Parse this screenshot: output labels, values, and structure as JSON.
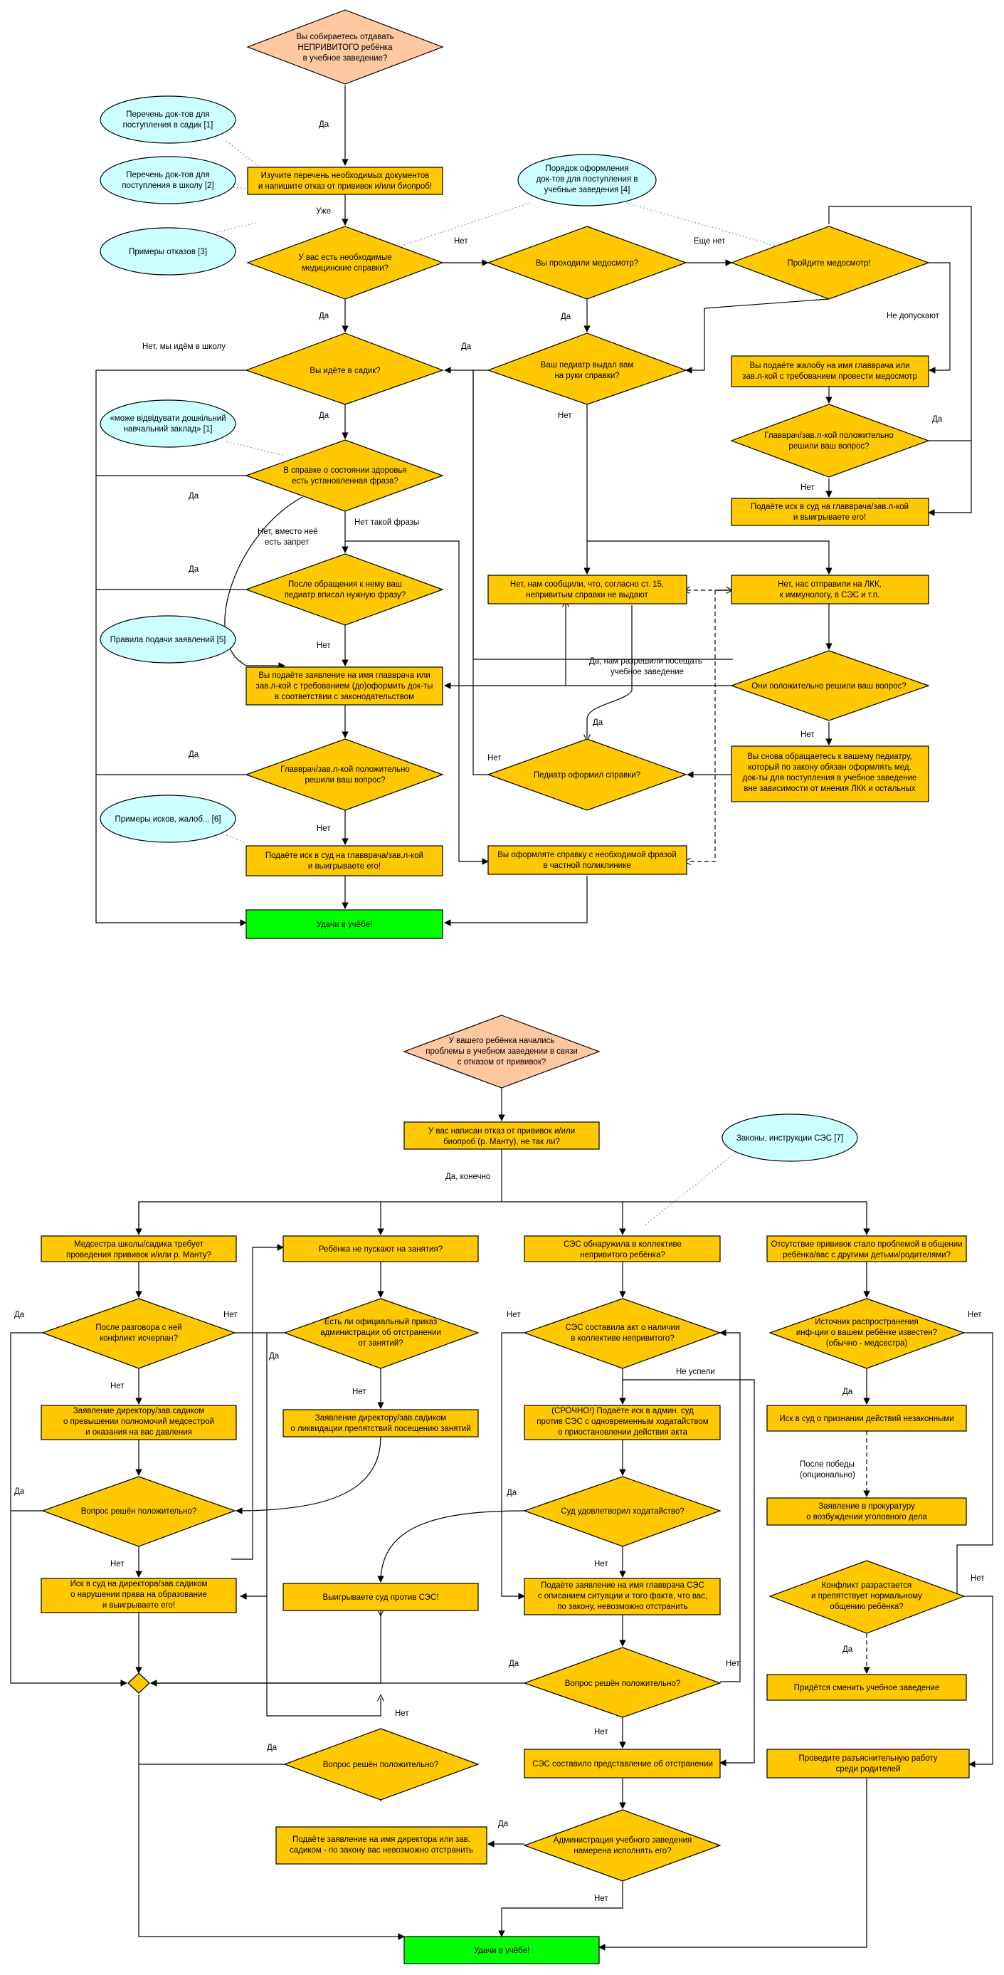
{
  "colors": {
    "process": "#ffc800",
    "start": "#ffc8a0",
    "info": "#ccffff",
    "success": "#00ff00"
  },
  "f1": {
    "start": [
      "Вы собираетесь отдавать",
      "НЕПРИВИТОГО ребёнка",
      "в учебное заведение?"
    ],
    "ref_sadik": [
      "Перечень док-тов для",
      "поступления в садик [1]"
    ],
    "ref_school": [
      "Перечень док-тов для",
      "поступления в школу [2]"
    ],
    "ref_refusals": [
      "Примеры отказов [3]"
    ],
    "ref_order": [
      "Порядок оформления",
      "док-тов для поступления в",
      "учебные заведения [4]"
    ],
    "study_docs": [
      "Изучите перечень необходимых документов",
      "и напишите отказ от прививок и/или биопроб!"
    ],
    "have_certs": [
      "У вас есть необходимые",
      "медицинские справки?"
    ],
    "had_exam": [
      "Вы проходили медосмотр?"
    ],
    "pass_exam": [
      "Пройдите медосмотр!"
    ],
    "going_sadik": [
      "Вы идёте в садик?"
    ],
    "ped_gave": [
      "Ваш педиатр выдал вам",
      "на руки справки?"
    ],
    "complaint": [
      "Вы подаёте жалобу на имя главврача или",
      "зав.л-кой с требованием провести медосмотр"
    ],
    "ref_quote": [
      "«може відвідувати дошкільний",
      "навчальний заклад» [1]"
    ],
    "health_phrase": [
      "В справке о состоянии здоровья",
      "есть установленная фраза?"
    ],
    "chief_resolved": [
      "Главврач/зав.л-кой положительно",
      "решили ваш вопрос?"
    ],
    "sue_chief": [
      "Подаёте иск в суд на главврача/зав.л-кой",
      "и выигрываете его!"
    ],
    "after_appeal": [
      "После обращения к нему ваш",
      "педиатр вписал нужную фразу?"
    ],
    "told_no_certs": [
      "Нет, нам сообщили, что, согласно ст. 15,",
      "непривитым справки не выдают"
    ],
    "sent_lkk": [
      "Нет, нас отправили на ЛКК,",
      "к иммунологу, в СЭС и т.п."
    ],
    "ref_rules": [
      "Правила подачи заявлений [5]"
    ],
    "application": [
      "Вы подаёте заявление на имя главврача или",
      "зав.л-кой с требованием (до)оформить док-ты",
      "в соответствии с законодательством"
    ],
    "they_resolved": [
      "Они положительно решили ваш вопрос?"
    ],
    "ped_issued": [
      "Педиатр оформил справки?"
    ],
    "again_ped": [
      "Вы снова обращаетесь к вашему педиатру,",
      "который по закону обязан оформлять мед.",
      "док-ты для поступления в учебное заведение",
      "вне зависимости от мнения ЛКК и остальных"
    ],
    "chief2_resolved": [
      "Главврач/зав.л-кой положительно",
      "решили ваш вопрос?"
    ],
    "ref_lawsuits": [
      "Примеры исков, жалоб... [6]"
    ],
    "sue_chief2": [
      "Подаёте иск в суд на главврача/зав.л-кой",
      "и выигрываете его!"
    ],
    "private_clinic": [
      "Вы оформляте справку с необходимой фразой",
      "в частной поликлинике"
    ],
    "good_luck": "Удачи в учёбе!",
    "lbl": {
      "da": "Да",
      "net": "Нет",
      "uzhe": "Уже",
      "esche_net": "Еще нет",
      "ne_dopuskayut": "Не допускают",
      "net_school": "Нет, мы идём в школу",
      "net_ban": [
        "Нет, вместо неё",
        "есть запрет"
      ],
      "net_phrase": "Нет такой фразы",
      "da_allowed": [
        "Да, нам разрешили посещать",
        "учебное заведение"
      ]
    }
  },
  "f2": {
    "start": [
      "У вашего ребёнка начались",
      "проблемы в учебном заведении в связи",
      "с отказом от прививок?"
    ],
    "written": [
      "У вас написан отказ от прививок и/или",
      "биопроб (р. Манту), не так ли?"
    ],
    "ref_laws": [
      "Законы, инструкции СЭС [7]"
    ],
    "nurse": [
      "Медсестра школы/садика требует",
      "проведения прививок и/или р. Манту?"
    ],
    "not_allowed": [
      "Ребёнка не пускают на занятия?"
    ],
    "ses_found": [
      "СЭС обнаружила в коллективе",
      "непривитого ребёнка?"
    ],
    "no_vacc_problem": [
      "Отсутствие прививок стало проблемой в общении",
      "ребёнка/вас с другими детьми/родителями?"
    ],
    "after_talk": [
      "После разговора с ней",
      "конфликт исчерпан?"
    ],
    "official_order": [
      "Есть ли официальный приказ",
      "администрации об отстранении",
      "от занятий?"
    ],
    "ses_act": [
      "СЭС составила акт о наличии",
      "в коллективе непривитого?"
    ],
    "source_known": [
      "Источник распространения",
      "инф-ции о вашем ребёнке известен?",
      "(обычно - медсестра)"
    ],
    "stmt_nurse": [
      "Заявление директору/зав.садиком",
      "о превышении полномочий медсестрой",
      "и оказания на вас давления"
    ],
    "stmt_obstacles": [
      "Заявление директору/зав.садиком",
      "о ликвидации препятствий посещению занятий"
    ],
    "urgent_suit": [
      "(СРОЧНО!) Подаёте иск в админ. суд",
      "против СЭС с одновременным ходатайством",
      "о приостановлении действия акта"
    ],
    "suit_recognize": [
      "Иск в суд о признании действий незаконными"
    ],
    "resolved1": [
      "Вопрос решён положительно?"
    ],
    "court_granted": [
      "Суд удовлетворил ходатайство?"
    ],
    "stmt_prosecutor": [
      "Заявление в прокуратуру",
      "о возбуждении уголовного дела"
    ],
    "suit_director": [
      "Иск в суд на директора/зав.садиком",
      "о нарушении права на образование",
      "и выигрываете его!"
    ],
    "win_ses": [
      "Выигрываете суд против СЭС!"
    ],
    "stmt_chief_ses": [
      "Подаёте заявление на имя главврача СЭС",
      "с описанием ситуации и того факта, что вас,",
      "по закону, невозможно отстранить"
    ],
    "conflict_grows": [
      "Конфликт разрастается",
      "и препятствует нормальному",
      "общению ребёнка?"
    ],
    "resolved2": [
      "Вопрос решён положительно?"
    ],
    "change_school": [
      "Придётся сменить учебное заведение"
    ],
    "resolved3": [
      "Вопрос решён положительно?"
    ],
    "ses_submission": [
      "СЭС составило представление об отстранении"
    ],
    "explain_parents": [
      "Проведите разъяснительную работу",
      "среди родителей"
    ],
    "stmt_director": [
      "Подаёте заявление на имя директора или зав.",
      "садиком - по закону вас невозможно отстранить"
    ],
    "admin_intends": [
      "Администрация учебного заведения",
      "намерена исполнять его?"
    ],
    "good_luck": "Удачи в учёбе!",
    "lbl": {
      "da": "Да",
      "net": "Нет",
      "da_konechno": "Да, конечно",
      "ne_uspeli": "Не успели",
      "after_win": [
        "После победы",
        "(опционально)"
      ]
    }
  }
}
